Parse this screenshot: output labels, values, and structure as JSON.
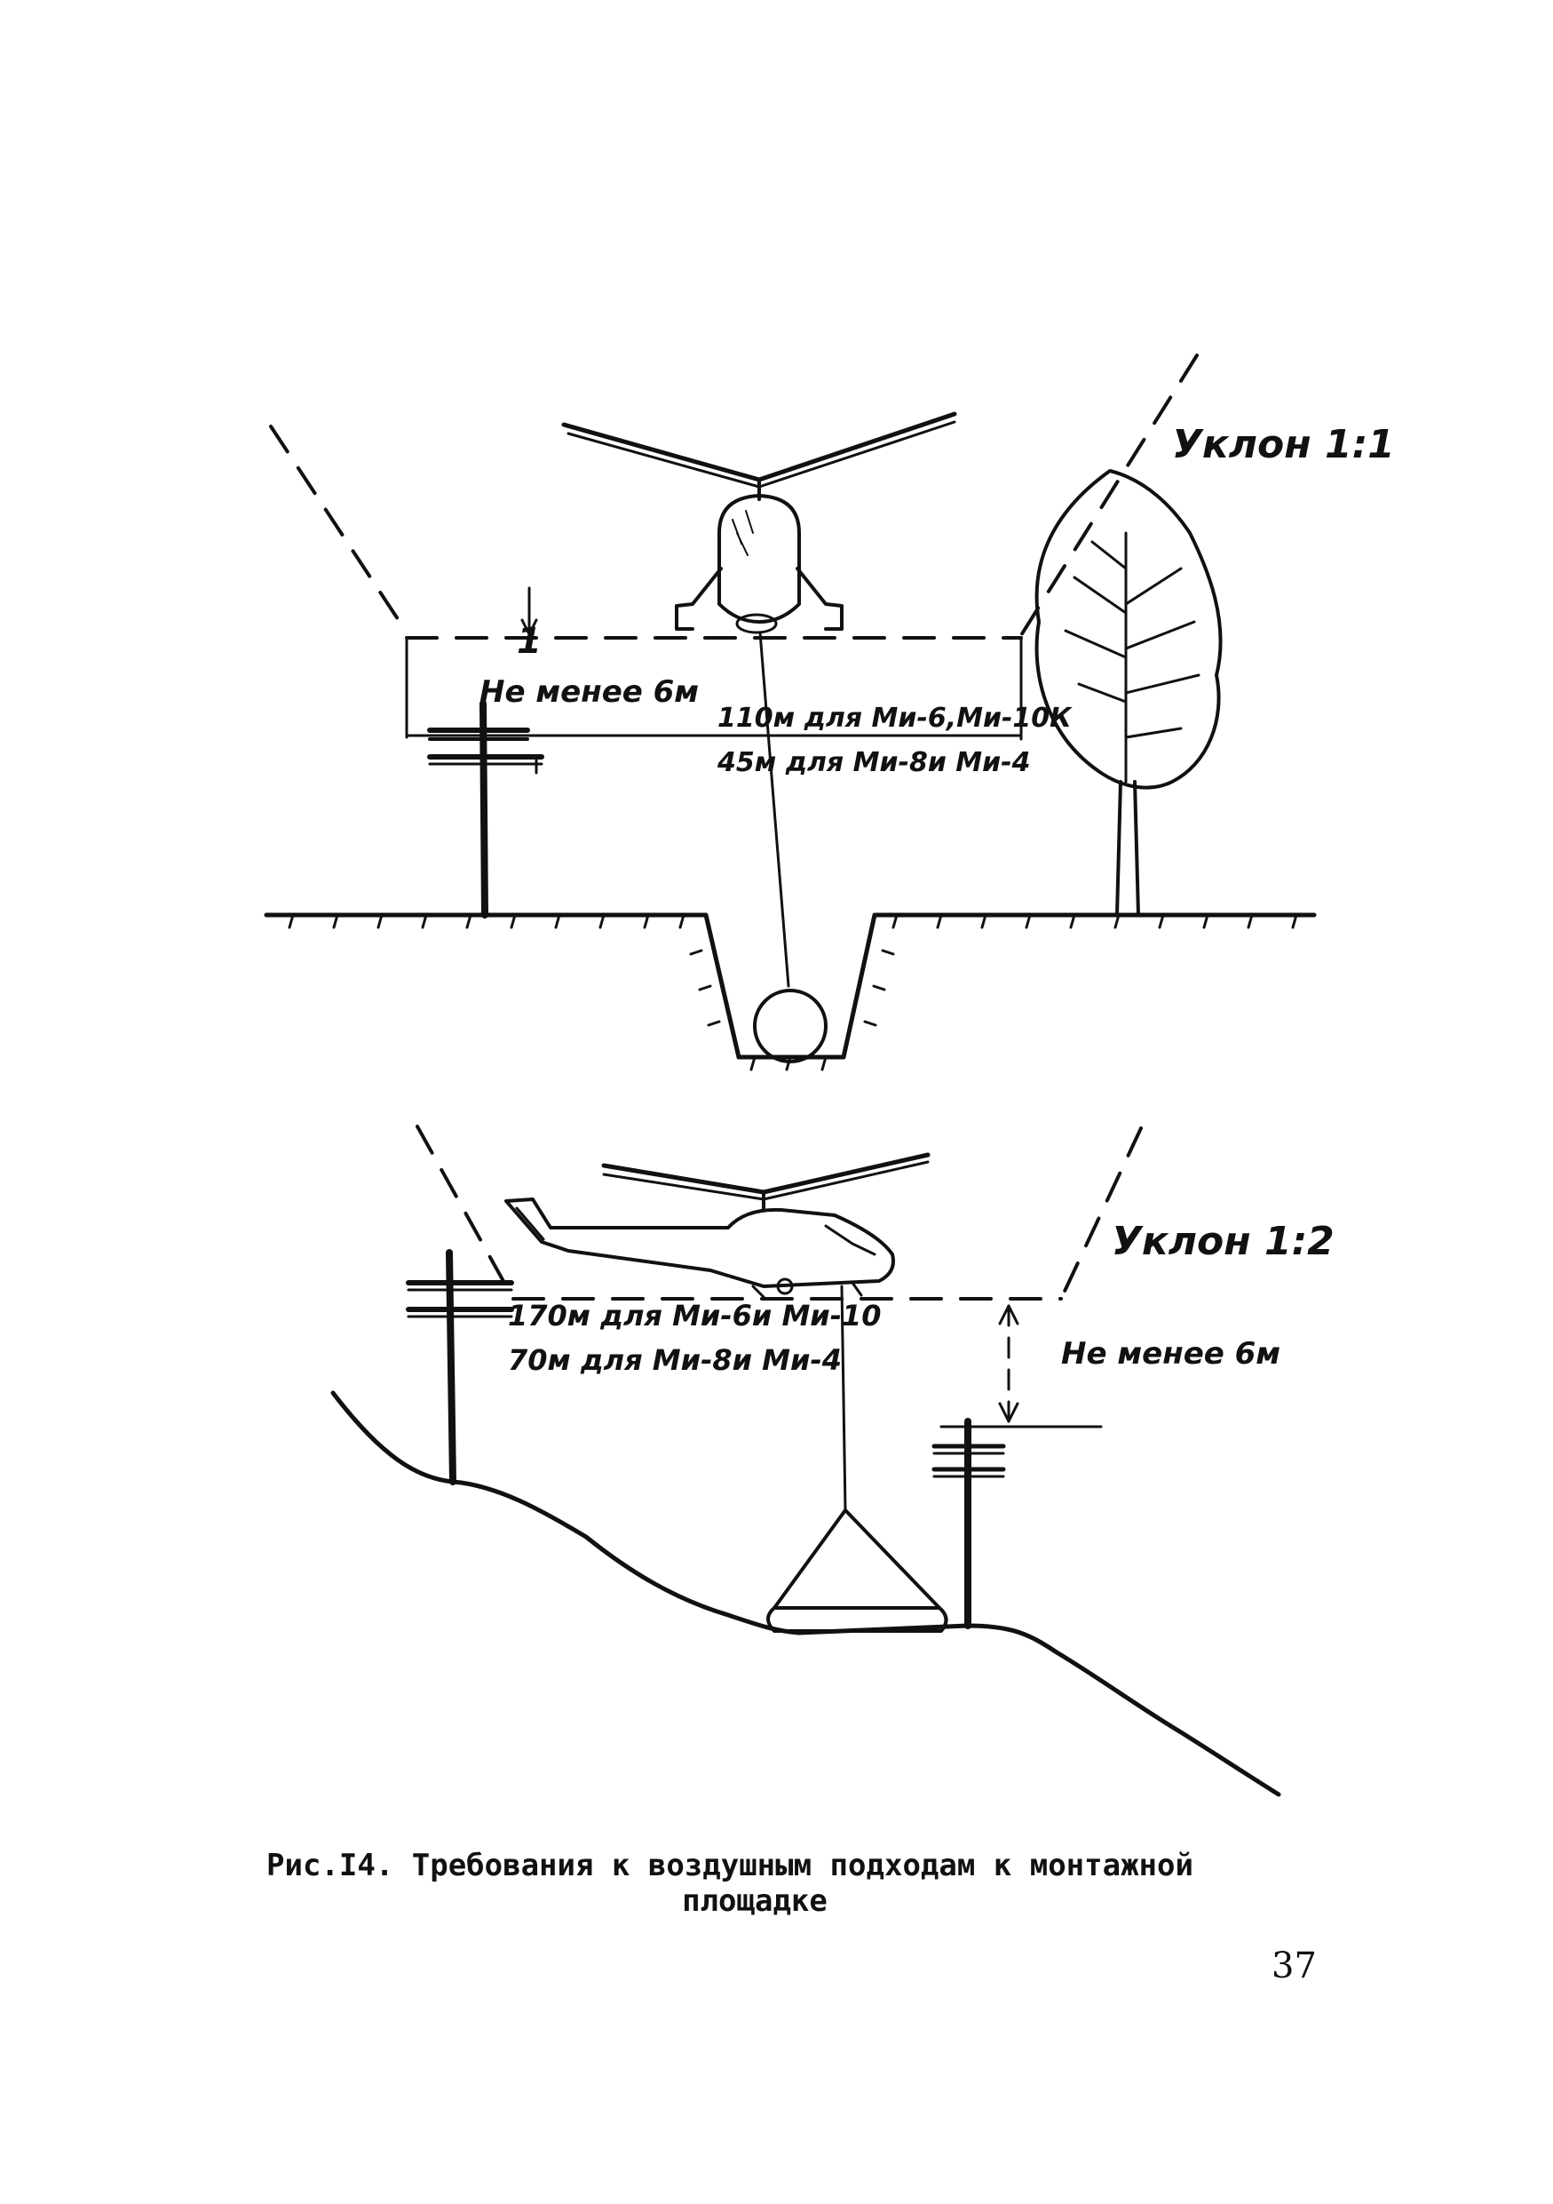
{
  "top_diagram": {
    "slope_label": "Уклон 1:1",
    "marker": "1",
    "clearance_label": "Не менее 6м",
    "distance_label_1": "110м для Ми-6,Ми-10К",
    "distance_label_2": "45м для Ми-8и Ми-4"
  },
  "bottom_diagram": {
    "slope_label": "Уклон 1:2",
    "distance_label_1": "170м для Ми-6и Ми-10",
    "distance_label_2": "70м для Ми-8и Ми-4",
    "clearance_label": "Не менее 6м"
  },
  "caption": {
    "line1": "Рис.I4. Требования к воздушным подходам к монтажной",
    "line2": "площадке"
  },
  "page_number": "37"
}
